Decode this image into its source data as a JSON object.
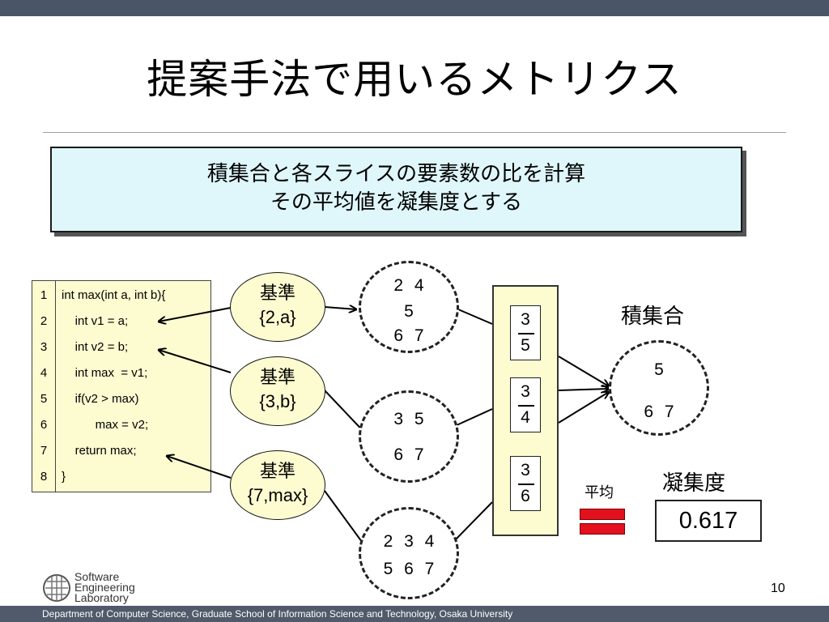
{
  "slide": {
    "title": "提案手法で用いるメトリクス",
    "callout_lines": [
      "積集合と各スライスの要素数の比を計算",
      "その平均値を凝集度とする"
    ],
    "page_number": "10",
    "footer": "Department of Computer Science, Graduate School of Information Science and Technology, Osaka University"
  },
  "code": [
    {
      "ln": "1",
      "src": "int max(int a, int b){"
    },
    {
      "ln": "2",
      "src": "    int v1 = a;"
    },
    {
      "ln": "3",
      "src": "    int v2 = b;"
    },
    {
      "ln": "4",
      "src": "    int max  = v1;"
    },
    {
      "ln": "5",
      "src": "    if(v2 > max)"
    },
    {
      "ln": "6",
      "src": "          max = v2;"
    },
    {
      "ln": "7",
      "src": "    return max;"
    },
    {
      "ln": "8",
      "src": "}"
    }
  ],
  "criteria": [
    {
      "label": "基準",
      "value": "{2,a}"
    },
    {
      "label": "基準",
      "value": "{3,b}"
    },
    {
      "label": "基準",
      "value": "{7,max}"
    }
  ],
  "slices": [
    {
      "rows": [
        "2 4",
        "5",
        "6 7"
      ]
    },
    {
      "rows": [
        "3 5",
        "6 7"
      ]
    },
    {
      "rows": [
        "2 3 4",
        "5 6 7"
      ]
    }
  ],
  "ratios": [
    {
      "num": "3",
      "den": "5"
    },
    {
      "num": "3",
      "den": "4"
    },
    {
      "num": "3",
      "den": "6"
    }
  ],
  "intersection": {
    "label": "積集合",
    "rows": [
      "5",
      "6 7"
    ]
  },
  "cohesion": {
    "label": "凝集度",
    "average_label": "平均",
    "value": "0.617"
  },
  "logo": {
    "lines": [
      "Software",
      "Engineering",
      "Laboratory"
    ]
  },
  "colors": {
    "code_bg": "#fdfbd0",
    "callout_bg": "#dff7fb",
    "equals": "#e3101e",
    "bars": "#4a5568"
  }
}
